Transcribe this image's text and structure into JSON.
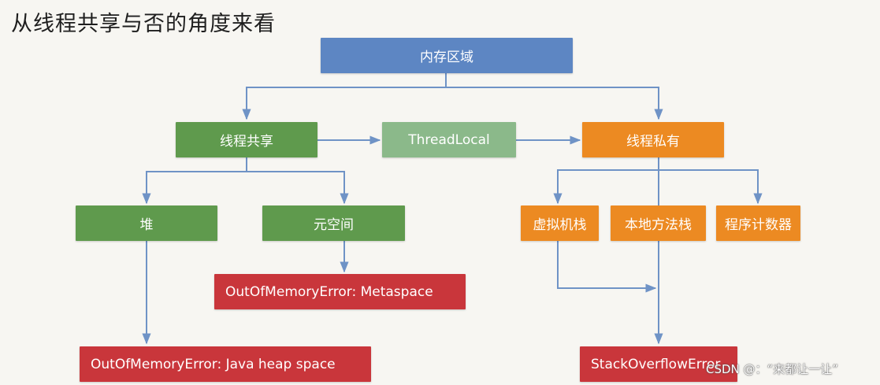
{
  "title": "从线程共享与否的角度来看",
  "nodes": {
    "memory_area": "内存区域",
    "thread_shared": "线程共享",
    "thread_local": "ThreadLocal",
    "thread_private": "线程私有",
    "heap": "堆",
    "metaspace": "元空间",
    "oom_metaspace": "OutOfMemoryError: Metaspace",
    "oom_heap": "OutOfMemoryError: Java heap space",
    "vm_stack": "虚拟机栈",
    "native_stack": "本地方法栈",
    "pc_register": "程序计数器",
    "stack_overflow": "StackOverflowError"
  },
  "watermark": "CSDN @：“来都让一让”",
  "colors": {
    "root": "#5d86c3",
    "shared": "#5f9a4d",
    "threadlocal": "#8bb98a",
    "private": "#ec8a22",
    "error": "#c9363b",
    "connector": "#6f93c6"
  }
}
